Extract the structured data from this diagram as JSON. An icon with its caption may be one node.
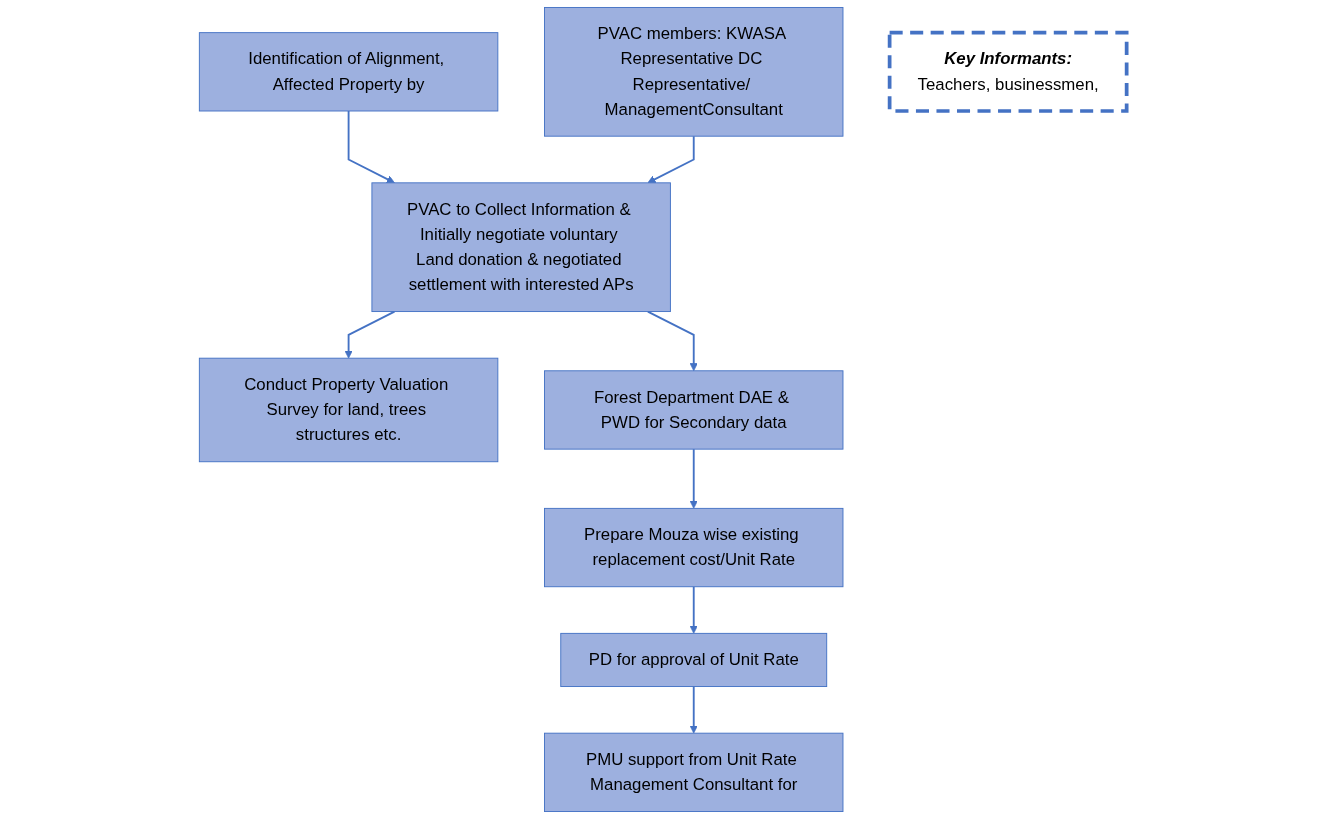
{
  "diagram": {
    "nodes": [
      {
        "text": [
          "Identification of Alignment, Affected Property by"
        ]
      },
      {
        "text": [
          "PVAC members: KWASA Representative DC Representative/ ManagementConsultant"
        ]
      },
      {
        "text": [
          "PVAC to Collect Information & Initially negotiate voluntary Land donation & negotiated settlement with interested APs"
        ]
      },
      {
        "text": [
          "Conduct Property Valuation Survey for land, trees structures etc."
        ]
      },
      {
        "text": [
          "Forest Department DAE & PWD for Secondary data"
        ]
      },
      {
        "text": [
          "Key Informants:",
          "Teachers, businessmen,"
        ]
      },
      {
        "text": [
          "Prepare Mouza wise existing replacement cost/Unit Rate"
        ]
      },
      {
        "text": [
          "PD for approval of Unit Rate"
        ]
      },
      {
        "text": [
          "PMU support from Unit Rate Management Consultant for"
        ]
      }
    ],
    "edges": [
      {
        "from": 0,
        "to": 2,
        "arrow": "to"
      },
      {
        "from": 1,
        "to": 2,
        "arrow": "to"
      },
      {
        "from": 2,
        "to": 3,
        "arrow": "to"
      },
      {
        "from": 2,
        "to": 4,
        "arrow": "to"
      },
      {
        "from": 4,
        "to": 6,
        "arrow": "to"
      },
      {
        "from": 6,
        "to": 7,
        "arrow": "to"
      },
      {
        "from": 7,
        "to": 8,
        "arrow": "to"
      }
    ]
  }
}
